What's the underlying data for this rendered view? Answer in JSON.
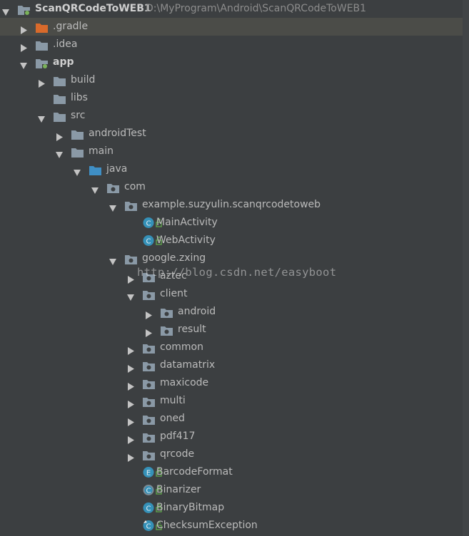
{
  "project": {
    "name": "ScanQRCodeToWEB1",
    "path": "D:\\MyProgram\\Android\\ScanQRCodeToWEB1"
  },
  "colors": {
    "background": "#3c3f41",
    "selected_row": "#4b4c48",
    "text": "#bbbbbb",
    "path_text": "#8c8c8c",
    "folder": "#8a99a6",
    "gradle_folder": "#d96a2b",
    "source_folder": "#3f8fc5",
    "class_icon": "#3591b8",
    "lock_icon": "#5fa34d"
  },
  "tree": [
    {
      "label": "ScanQRCodeToWEB1",
      "depth": 0,
      "arrow": "down",
      "icon": "module-folder-icon",
      "bold": true,
      "show_path": true
    },
    {
      "label": ".gradle",
      "depth": 1,
      "arrow": "right",
      "icon": "gradle-folder-icon",
      "selected": true
    },
    {
      "label": ".idea",
      "depth": 1,
      "arrow": "right",
      "icon": "folder-icon"
    },
    {
      "label": "app",
      "depth": 1,
      "arrow": "down",
      "icon": "module-folder-icon",
      "bold": true
    },
    {
      "label": "build",
      "depth": 2,
      "arrow": "right",
      "icon": "folder-icon"
    },
    {
      "label": "libs",
      "depth": 2,
      "arrow": "none",
      "icon": "folder-icon"
    },
    {
      "label": "src",
      "depth": 2,
      "arrow": "down",
      "icon": "folder-icon"
    },
    {
      "label": "androidTest",
      "depth": 3,
      "arrow": "right",
      "icon": "folder-icon"
    },
    {
      "label": "main",
      "depth": 3,
      "arrow": "down",
      "icon": "folder-icon"
    },
    {
      "label": "java",
      "depth": 4,
      "arrow": "down",
      "icon": "source-folder-icon"
    },
    {
      "label": "com",
      "depth": 5,
      "arrow": "down",
      "icon": "package-icon"
    },
    {
      "label": "example.suzyulin.scanqrcodetoweb",
      "depth": 6,
      "arrow": "down",
      "icon": "package-icon"
    },
    {
      "label": "MainActivity",
      "depth": 7,
      "arrow": "none",
      "icon": "class-icon",
      "icon_letter": "C"
    },
    {
      "label": "WebActivity",
      "depth": 7,
      "arrow": "none",
      "icon": "class-icon",
      "icon_letter": "C"
    },
    {
      "label": "google.zxing",
      "depth": 6,
      "arrow": "down",
      "icon": "package-icon"
    },
    {
      "label": "aztec",
      "depth": 7,
      "arrow": "right",
      "icon": "package-icon"
    },
    {
      "label": "client",
      "depth": 7,
      "arrow": "down",
      "icon": "package-icon"
    },
    {
      "label": "android",
      "depth": 8,
      "arrow": "right",
      "icon": "package-icon"
    },
    {
      "label": "result",
      "depth": 8,
      "arrow": "right",
      "icon": "package-icon"
    },
    {
      "label": "common",
      "depth": 7,
      "arrow": "right",
      "icon": "package-icon"
    },
    {
      "label": "datamatrix",
      "depth": 7,
      "arrow": "right",
      "icon": "package-icon"
    },
    {
      "label": "maxicode",
      "depth": 7,
      "arrow": "right",
      "icon": "package-icon"
    },
    {
      "label": "multi",
      "depth": 7,
      "arrow": "right",
      "icon": "package-icon"
    },
    {
      "label": "oned",
      "depth": 7,
      "arrow": "right",
      "icon": "package-icon"
    },
    {
      "label": "pdf417",
      "depth": 7,
      "arrow": "right",
      "icon": "package-icon"
    },
    {
      "label": "qrcode",
      "depth": 7,
      "arrow": "right",
      "icon": "package-icon"
    },
    {
      "label": "BarcodeFormat",
      "depth": 7,
      "arrow": "none",
      "icon": "enum-icon",
      "icon_letter": "E"
    },
    {
      "label": "Binarizer",
      "depth": 7,
      "arrow": "none",
      "icon": "abstract-class-icon",
      "icon_letter": "C"
    },
    {
      "label": "BinaryBitmap",
      "depth": 7,
      "arrow": "none",
      "icon": "class-icon",
      "icon_letter": "C"
    },
    {
      "label": "ChecksumException",
      "depth": 7,
      "arrow": "none",
      "icon": "exception-class-icon",
      "icon_letter": "C"
    }
  ],
  "watermark": "http://blog.csdn.net/easyboot"
}
